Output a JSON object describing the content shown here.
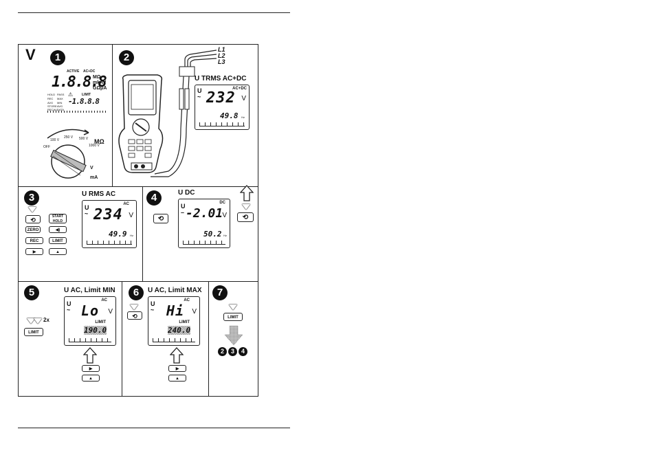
{
  "section_letter": "V",
  "steps": {
    "s1": "1",
    "s2": "2",
    "s3": "3",
    "s4": "4",
    "s5": "5",
    "s6": "6",
    "s7": "7",
    "goto": [
      "2",
      "3",
      "4"
    ]
  },
  "panel1": {
    "lcd_tags": [
      "ACTIVE",
      "AC+DC"
    ],
    "main_digits": "1.8.8.8",
    "units": [
      "MΩ",
      "mkAV",
      "GΩμA"
    ],
    "left_labels": [
      "HOLD",
      "REC",
      "AVG",
      "STORE",
      "RECALL"
    ],
    "mid_labels": [
      "PASS",
      "MAX",
      "MIN",
      "AVG",
      "DATA"
    ],
    "limit_label": "LIMIT",
    "sub_digits": "-1.8.8.8",
    "dial_labels": [
      "OFF",
      "100 V",
      "250 V",
      "500 V",
      "1000 V",
      "MΩ",
      "V",
      "mA"
    ]
  },
  "panel2": {
    "leads": [
      "L1",
      "L2",
      "L3"
    ],
    "title": "U TRMS AC+DC",
    "tag": "AC+DC",
    "main": "232",
    "unit": "V",
    "sub": "49.8",
    "hz": "Hz"
  },
  "panel3": {
    "title": "U RMS AC",
    "tag": "AC",
    "main": "234",
    "unit": "V",
    "sub": "49.9",
    "hz": "Hz",
    "keys": {
      "start_hold": "START HOLD",
      "zero": "ZERO",
      "rec": "REC",
      "limit": "LIMIT"
    }
  },
  "panel4": {
    "title": "U DC",
    "tag": "DC",
    "main": "-2.01",
    "unit": "V",
    "sub": "50.2",
    "hz": "Hz"
  },
  "panel5": {
    "title": "U AC, Limit MIN",
    "tag": "AC",
    "main": "Lo",
    "unit": "V",
    "limit": "LIMIT",
    "sub": "190.0",
    "times": "2x",
    "key_limit": "LIMIT"
  },
  "panel6": {
    "title": "U AC, Limit MAX",
    "tag": "AC",
    "main": "Hi",
    "unit": "V",
    "limit": "LIMIT",
    "sub": "240.0"
  },
  "panel7": {
    "key_limit": "LIMIT"
  }
}
